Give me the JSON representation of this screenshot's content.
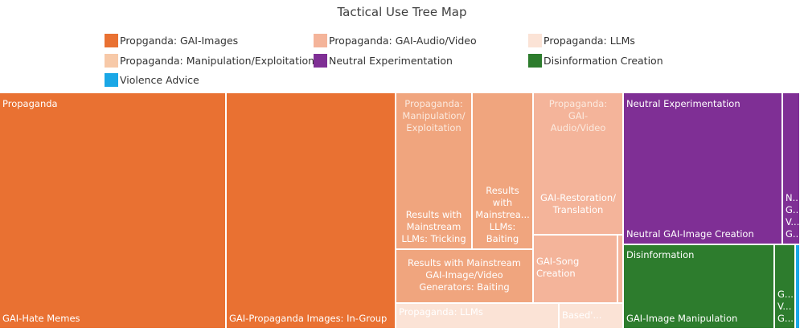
{
  "chart_data": {
    "type": "treemap",
    "title": "Tactical Use Tree Map",
    "legend": [
      {
        "label": "Propganda: GAI-Images",
        "color": "#E97132"
      },
      {
        "label": "Propaganda: GAI-Audio/Video",
        "color": "#F4B49A"
      },
      {
        "label": "Propaganda: LLMs",
        "color": "#FBE3D6"
      },
      {
        "label": "Propaganda: Manipulation/Exploitation",
        "color": "#F7C9A8"
      },
      {
        "label": "Neutral Experimentation",
        "color": "#7F2F95"
      },
      {
        "label": "Disinformation Creation",
        "color": "#2D7C2D"
      },
      {
        "label": "Violence Advice",
        "color": "#1AA7E6"
      }
    ],
    "tiles": [
      {
        "group": "Propaganda",
        "category": "GAI-Hate Memes",
        "color": "#E97132",
        "label": "GAI-Hate Memes",
        "group_label": "Propaganda",
        "approx_value": 25.2
      },
      {
        "group": "Propaganda",
        "category": "GAI-Propaganda Images: In-Group",
        "color": "#E97132",
        "label": "GAI-Propaganda Images: In-Group",
        "approx_value": 19.4
      },
      {
        "group": "Propaganda",
        "category": "Results with Mainstream LLMs: Tricking",
        "color": "#F0A57E",
        "label": "Results with\nMainstream\nLLMs: Tricking",
        "group_label": "Propaganda:\nManipulation/\nExploitation",
        "approx_value": 4.2
      },
      {
        "group": "Propaganda",
        "category": "Results with Mainstream LLMs: Baiting",
        "color": "#F0A57E",
        "label": "Results\nwith\nMainstrea...\nLLMs:\nBaiting",
        "approx_value": 3.3
      },
      {
        "group": "Propaganda",
        "category": "Results with Mainstream GAI-Image/Video Generators: Baiting",
        "color": "#F0A57E",
        "label": "Results with Mainstream\nGAI-Image/Video\nGenerators: Baiting",
        "approx_value": 3.2
      },
      {
        "group": "Propaganda",
        "category": "GAI-Restoration/Translation",
        "color": "#F4B49A",
        "label": "GAI-Restoration/\nTranslation",
        "group_label": "Propaganda:\nGAI-\nAudio/Video",
        "approx_value": 4.5
      },
      {
        "group": "Propaganda",
        "category": "GAI-Song Creation",
        "color": "#F4B49A",
        "label": "GAI-Song\nCreation",
        "approx_value": 2.1
      },
      {
        "group": "Propaganda",
        "category": "(unlabeled small segment)",
        "color": "#F4B49A",
        "label": "",
        "approx_value": 0.2
      },
      {
        "group": "Propaganda",
        "category": "Propaganda: LLMs",
        "color": "#FBE3D6",
        "label": "Propaganda: LLMs",
        "approx_value": 1.7
      },
      {
        "group": "Propaganda",
        "category": "Based'...",
        "color": "#FBE3D6",
        "label": "Based'...",
        "approx_value": 0.8
      },
      {
        "group": "Neutral Experimentation",
        "category": "Neutral GAI-Image Creation",
        "color": "#7F2F95",
        "label": "Neutral GAI-Image Creation",
        "group_label": "Neutral Experimentation",
        "approx_value": 7.6
      },
      {
        "group": "Neutral Experimentation",
        "category": "N... G... V... G...",
        "color": "#7F2F95",
        "label": "N...\nG...\nV...\nG...",
        "approx_value": 0.9
      },
      {
        "group": "Disinformation Creation",
        "category": "GAI-Image Manipulation",
        "color": "#2D7C2D",
        "label": "GAI-Image Manipulation",
        "group_label": "Disinformation",
        "approx_value": 4.7
      },
      {
        "group": "Disinformation Creation",
        "category": "G... V... G...",
        "color": "#2D7C2D",
        "label": "G...\nV...\nG...",
        "approx_value": 0.6
      },
      {
        "group": "Violence Advice",
        "category": "Violence Advice",
        "color": "#1AA7E6",
        "label": "",
        "approx_value": 0.2
      }
    ]
  }
}
